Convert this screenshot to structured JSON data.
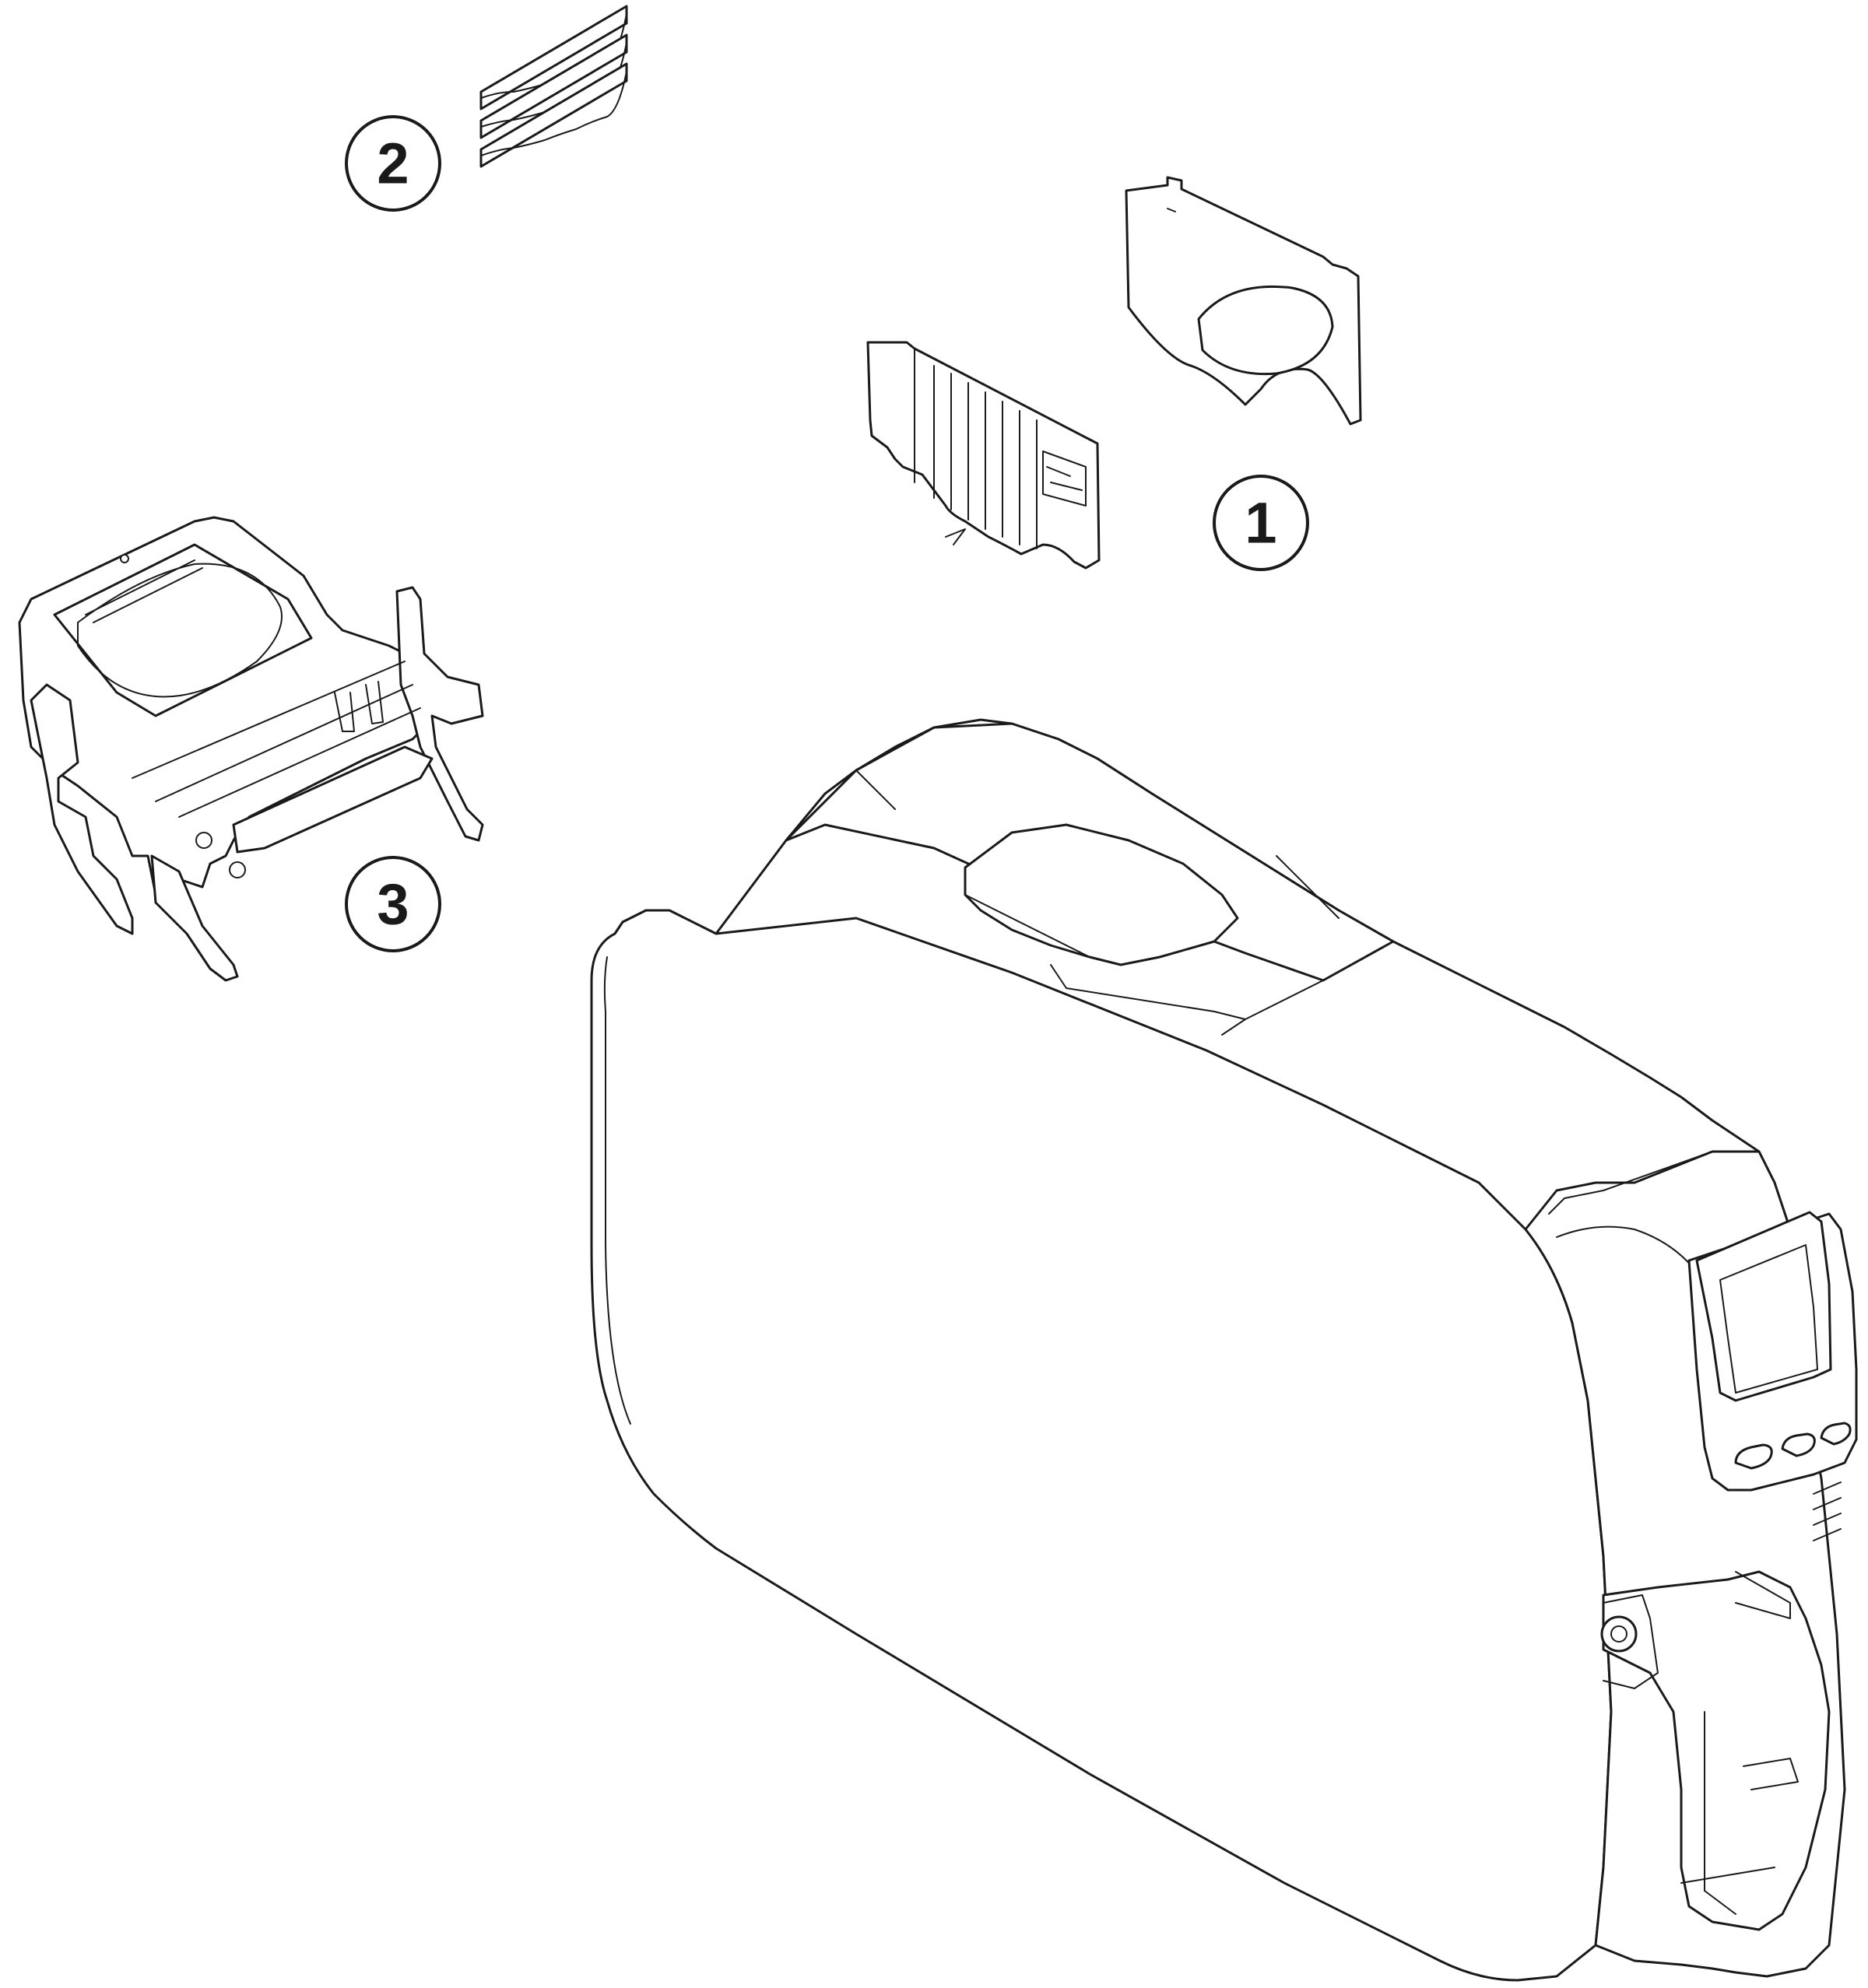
{
  "callouts": [
    {
      "id": "1",
      "label": "1",
      "part": "cleaning-card-tray-and-cover"
    },
    {
      "id": "2",
      "label": "2",
      "part": "cleaning-cards"
    },
    {
      "id": "3",
      "label": "3",
      "part": "ribbon-cartridge"
    }
  ],
  "colors": {
    "line": "#1a1a1a",
    "background": "#ffffff"
  }
}
